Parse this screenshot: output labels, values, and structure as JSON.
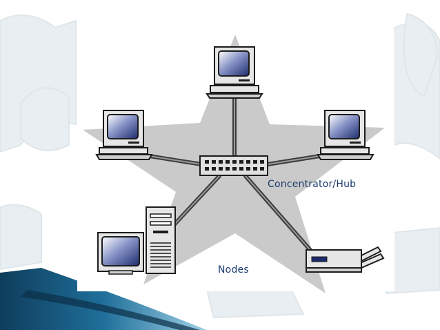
{
  "diagram": {
    "hub_label": "Concentrator/Hub",
    "nodes_label": "Nodes",
    "devices": [
      {
        "name": "top-computer",
        "kind": "workstation"
      },
      {
        "name": "left-computer",
        "kind": "workstation"
      },
      {
        "name": "right-computer",
        "kind": "workstation"
      },
      {
        "name": "bottom-left-computer",
        "kind": "tower-pc"
      },
      {
        "name": "printer",
        "kind": "printer"
      }
    ],
    "colors": {
      "star": "#c9c9c9",
      "cable": "#4a4a4a",
      "label": "#1a3a6e",
      "accent_bar": "#1a4f7a"
    }
  }
}
